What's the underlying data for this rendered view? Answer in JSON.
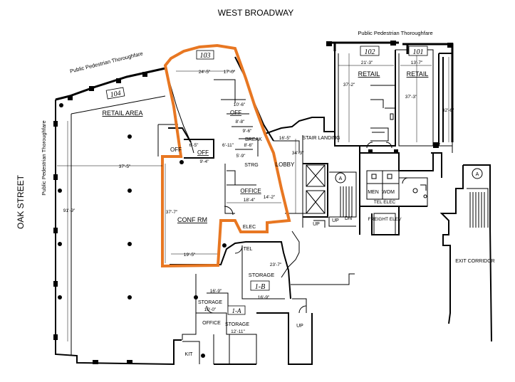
{
  "colors": {
    "highlight": "#e87722",
    "walls": "#000000",
    "background": "#ffffff"
  },
  "streets": {
    "north": "WEST BROADWAY",
    "west": "OAK STREET"
  },
  "thoroughfares": {
    "top_right": "Public Pedestrian Thoroughfare",
    "top_left": "Public Pedestrian Thoroughfare",
    "west": "Public Pedestrian Thoroughfare"
  },
  "units": {
    "u101": "101",
    "u102": "102",
    "u103": "103",
    "u104": "104",
    "u1b": "1-B",
    "u1a": "1-A"
  },
  "rooms": {
    "retail_area": "RETAIL AREA",
    "retail_102": "RETAIL",
    "retail_101": "RETAIL",
    "off_1": "OFF",
    "off_2": "OFF",
    "off_3": "OFF",
    "break": "BREAK",
    "strg": "STRG",
    "lobby": "LOBBY",
    "office": "OFFICE",
    "conf_rm": "CONF RM",
    "elec": "ELEC",
    "stair_landing": "STAIR LANDING",
    "men": "MEN",
    "wom": "WOM",
    "tel_elec": "TEL ELEC",
    "freight_elev": "FREIGHT ELEV",
    "exit_corridor": "EXIT CORRIDOR",
    "tel": "TEL",
    "storage_1b": "STORAGE",
    "storage_a": "STORAGE",
    "storage_b": "STORAGE",
    "office_2": "OFFICE",
    "kit": "KIT",
    "up1": "UP",
    "dn1": "DN",
    "up2": "UP",
    "up3": "UP",
    "a1": "A",
    "a2": "A"
  },
  "dimensions": {
    "d_24_5": "24'-5\"",
    "d_17_0": "17'-0\"",
    "d_21_3": "21'-3\"",
    "d_13_7": "13'-7\"",
    "d_37_2": "37'-2\"",
    "d_37_3": "37'-3\"",
    "d_32_6": "32'-6\"",
    "d_10_6": "10'-6\"",
    "d_8_8": "8'-8\"",
    "d_9_6": "9'-6\"",
    "d_16_5": "16'-5\"",
    "d_6_11": "6'-11\"",
    "d_8_6": "8'-6\"",
    "d_6_5": "6'-5\"",
    "d_9_4": "9'-4\"",
    "d_5_9": "5'-9\"",
    "d_34_3": "34'-3\"",
    "d_37_5": "37'-5\"",
    "d_91_9": "91'-9\"",
    "d_37_7": "37'-7\"",
    "d_18_4": "18'-4\"",
    "d_14_2": "14'-2\"",
    "d_19_5": "19'-5\"",
    "d_23_7": "23'-7\"",
    "d_16_9a": "16'-9\"",
    "d_16_9b": "16'-9\"",
    "d_10_0": "10'-0\"",
    "d_12_11": "12'-11\""
  }
}
